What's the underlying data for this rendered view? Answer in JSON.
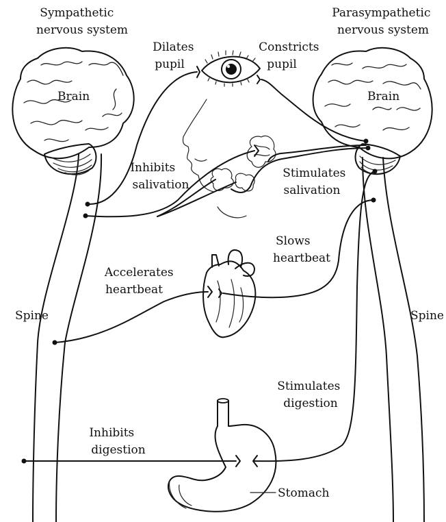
{
  "header": {
    "left": [
      "Sympathetic",
      "nervous system"
    ],
    "right": [
      "Parasympathetic",
      "nervous system"
    ]
  },
  "organs": {
    "brain_left": "Brain",
    "brain_right": "Brain",
    "spine_left": "Spine",
    "spine_right": "Spine",
    "stomach": "Stomach"
  },
  "effects": {
    "dilates_pupil": [
      "Dilates",
      "pupil"
    ],
    "constricts_pupil": [
      "Constricts",
      "pupil"
    ],
    "inhibits_salivation": [
      "Inhibits",
      "salivation"
    ],
    "stimulates_salivation": [
      "Stimulates",
      "salivation"
    ],
    "slows_heartbeat": [
      "Slows",
      "heartbeat"
    ],
    "accelerates_heartbeat": [
      "Accelerates",
      "heartbeat"
    ],
    "stimulates_digestion": [
      "Stimulates",
      "digestion"
    ],
    "inhibits_digestion": [
      "Inhibits",
      "digestion"
    ]
  }
}
